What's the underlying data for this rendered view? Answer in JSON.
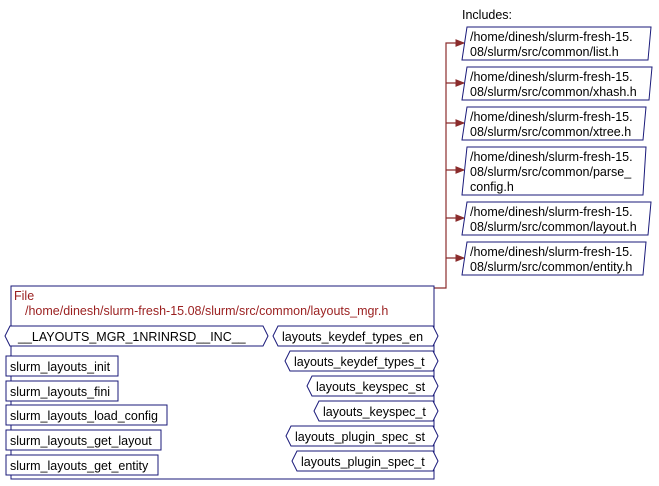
{
  "includes_heading": "Includes:",
  "includes": [
    {
      "line1": "/home/dinesh/slurm-fresh-15.",
      "line2": "08/slurm/src/common/list.h"
    },
    {
      "line1": "/home/dinesh/slurm-fresh-15.",
      "line2": "08/slurm/src/common/xhash.h"
    },
    {
      "line1": "/home/dinesh/slurm-fresh-15.",
      "line2": "08/slurm/src/common/xtree.h"
    },
    {
      "line1": "/home/dinesh/slurm-fresh-15.",
      "line2": "08/slurm/src/common/parse_",
      "line3": "config.h"
    },
    {
      "line1": "/home/dinesh/slurm-fresh-15.",
      "line2": "08/slurm/src/common/layout.h"
    },
    {
      "line1": "/home/dinesh/slurm-fresh-15.",
      "line2": "08/slurm/src/common/entity.h"
    }
  ],
  "file": {
    "label": "File",
    "path": "/home/dinesh/slurm-fresh-15.08/slurm/src/common/layouts_mgr.h"
  },
  "macro": "__LAYOUTS_MGR_1NRINRSD__INC__",
  "functions": [
    "slurm_layouts_init",
    "slurm_layouts_fini",
    "slurm_layouts_load_config",
    "slurm_layouts_get_layout",
    "slurm_layouts_get_entity"
  ],
  "types": [
    "layouts_keydef_types_en",
    "layouts_keydef_types_t",
    "layouts_keyspec_st",
    "layouts_keyspec_t",
    "layouts_plugin_spec_st",
    "layouts_plugin_spec_t"
  ]
}
